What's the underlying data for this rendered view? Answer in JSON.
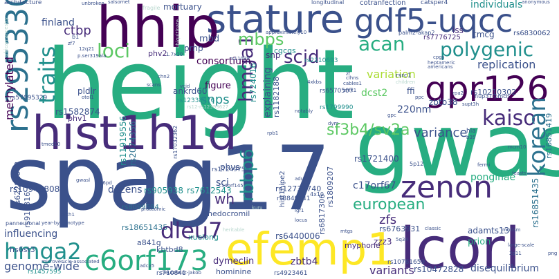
{
  "words": {
    "height": "height",
    "gwas": "gwas",
    "spag17": "spag17",
    "stature": "stature",
    "gdf5_uqcc": "gdf5-uqcc",
    "hhip": "hhip",
    "hist1h1d": "hist1h1d",
    "lcorl": "lcorl",
    "efemp1": "efemp1",
    "c6orf173": "c6orf173",
    "zenon": "zenon",
    "gpr126": "gpr126",
    "rs2953301": "rs2953301",
    "polygenic": "polygenic",
    "traits": "traits",
    "kaiso": "kaiso",
    "korean": "korean",
    "hmga2": "hmga2",
    "dleu7": "dleu7",
    "loci": "loci",
    "acan": "acan",
    "scjd": "scjd",
    "hmga1": "hmga1",
    "mbps": "mbps",
    "sf3b4_sv2a": "sf3b4/sv2a",
    "rbbp6": "rbbp6",
    "european": "european",
    "ctbp": "ctbp",
    "finland": "finland",
    "genome_wide": "genome-wide",
    "variance": "variance",
    "replication": "replication",
    "variation": "variation",
    "consortium": "consortium",
    "snps": "snps",
    "methylated": "methylated",
    "individuals": "individuals",
    "zfs": "zfs",
    "variants": "variants",
    "ponginae": "ponginae",
    "influencing": "influencing",
    "explaining": "explaining",
    "figure": "figure",
    "wh": "wh",
    "sci": "sci",
    "mbd": "mbd",
    "prnp": "prnp",
    "snp": "snp",
    "phv2": "phv2",
    "phv1": "phv1",
    "pldlr": "pldlr",
    "tmcg": "tmcg",
    "iss": "iss",
    "rs7776725": "rs7776725",
    "rs6830062": "rs6830062",
    "rs1582874": "rs1582874",
    "rs10946808": "rs10946808",
    "rs905938": "rs905938",
    "rs7612543": "rs7612543",
    "rs1721400": "rs1721400",
    "rs10472828": "rs10472828",
    "rs6763931": "rs6763931",
    "rs6440006": "rs6440006",
    "rs12731740": "rs12731740",
    "rs10210302": "rs10210302",
    "rs62282002": "rs62282002",
    "rs1182188": "rs1182188",
    "rs724016": "rs724016",
    "rs1809207": "rs1809207",
    "rs6817306": "rs6817306",
    "rs11919556": "rs11919556",
    "rs2074356": "rs2074356",
    "rs16851435": "rs16851435",
    "rs16851419": "rs16851419",
    "rs910316": "rs910316",
    "rs8099594": "rs8099594",
    "rs18651435": "rs18651435",
    "rs6570507": "rs6570507",
    "rs1799990": "rs1799990",
    "rs57095329": "rs57095329",
    "rs12338076": "rs12338076",
    "rs1457595": "rs1457595",
    "rs710841": "rs710841",
    "rs4923461": "rs4923461",
    "rs10761659": "rs10761659",
    "rs17249754": "rs17249754",
    "rs8849141": "rs8849141",
    "rs2110693": "rs2110693",
    "rs17032362": "rs17032362",
    "dcst2": "dcst2",
    "ffi": "ffi",
    "zbtb38": "zbtb38",
    "220nm": "220nm",
    "zzz3": "zzz3",
    "adamts13": "adamts13",
    "prion": "prion",
    "disequilibrium": "disequilibrium",
    "myphone": "myphone",
    "zbtb4": "zbtb4",
    "dymeclin": "dymeclin",
    "hominine": "hominine",
    "nedocromil": "nedocromil",
    "xuelong": "xuelong",
    "kbtbd8": "kbtbd8",
    "phvs": "phvs",
    "hs6st3": "hs6st3",
    "a841g": "a841g",
    "dozens": "dozens",
    "ankrd60": "ankrd60",
    "c17orf67": "c17orf67",
    "cgcgs": "cgcgs",
    "mortuary": "mortuary",
    "cotranfection": "cotranfection",
    "catsper4": "catsper4",
    "longitudinal": "longitudinal",
    "architecture": "architecture",
    "fragile": "fragile",
    "palm2_akap2": "palm2-akap2",
    "approximately10": "approximately10",
    "heptameric": "heptameric",
    "americans": "americans",
    "rsrc1": "rsrc1",
    "children": "children",
    "nup37_pmch": "nup37-pmch",
    "supt3h": "supt3h",
    "hla": "hla",
    "b35": "b35",
    "mcm10": "mcm10",
    "5p12": "5p12",
    "feasts": "feasts",
    "mutism": "mutism",
    "classic": "classic",
    "large_scale": "large-scale",
    "png": "png",
    "zpll": "2p11",
    "4x10": "4x10",
    "igf1": "igf1",
    "adult": "adult",
    "locus": "locus",
    "gwasl": "gwasl",
    "dym": "dym",
    "notably": "notably",
    "rpb1": "rpb1",
    "cebu": "cebu",
    "proteomic": "proteomic",
    "panneuronal": "panneuronal",
    "year_by_genotype": "year-by-genotype",
    "ptch1": "ptch1",
    "c14orf145": "c14orf145",
    "zf6": "zf6",
    "kuru": "kuru",
    "heritable": "heritable",
    "creutzfeldt_jakob": "creutzfeldt-jakob",
    "microvesicle_associated": "microvesicle-associated",
    "cables1": "cables1",
    "znfx1": "znfx1",
    "zf": "zf",
    "zf7": "zf7",
    "b1": "b1",
    "12q21": "12q21",
    "scans": "scans",
    "chn2": "chn2",
    "vcjd": "vcjd",
    "tmed10": "tmed10",
    "otol1": "otol1",
    "unbroken": "unbroken",
    "ubiquitinate": "ubiquitinate",
    "salsomet": "salsomet",
    "cpgs": "cpgs",
    "clhns": "clhns",
    "4xkbs": "4xkbs",
    "fermi": "fermi",
    "anonymous": "anonymous",
    "h6pd": "h6pd",
    "rpa2": "rpa2",
    "ppc": "ppc",
    "gpc": "gpc",
    "african_ancestry": "african-ancestry",
    "p_ser319ala": "p.ser319ala",
    "1_7x10": "1.7x10",
    "rs11099": "rs11099",
    "rs12_rs12393627": "rs12-rs12393627",
    "adcy5": "adcy5",
    "mtgs": "mtgs",
    "5q34": "5q34",
    "hist1hipe2": "hist1hipe2"
  }
}
